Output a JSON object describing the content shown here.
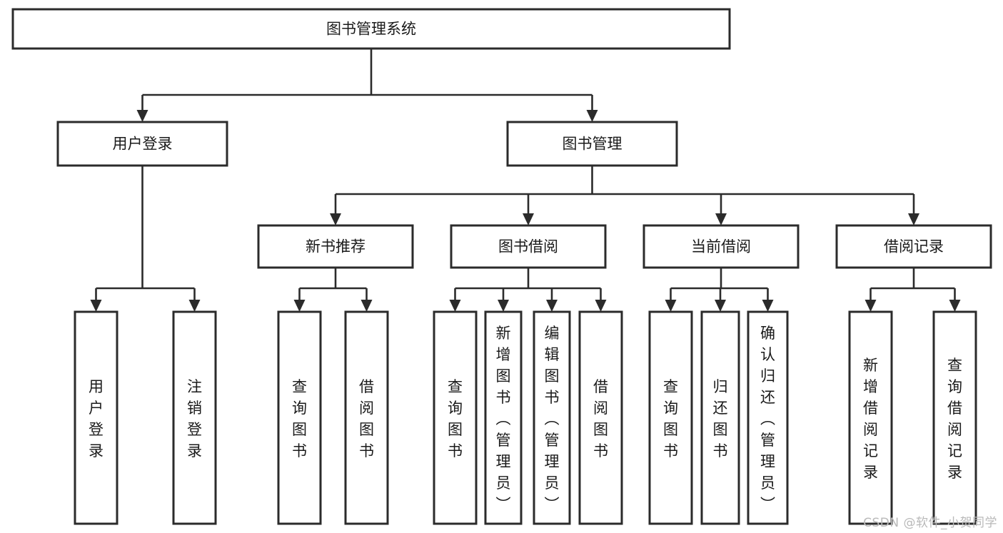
{
  "diagram": {
    "type": "tree",
    "title": "图书管理系统",
    "root": {
      "id": "root",
      "label": "图书管理系统"
    },
    "level2": [
      {
        "id": "user-login",
        "label": "用户登录"
      },
      {
        "id": "book-manage",
        "label": "图书管理"
      }
    ],
    "level3": [
      {
        "id": "new-book-recommend",
        "label": "新书推荐"
      },
      {
        "id": "book-borrow",
        "label": "图书借阅"
      },
      {
        "id": "current-borrow",
        "label": "当前借阅"
      },
      {
        "id": "borrow-record",
        "label": "借阅记录"
      }
    ],
    "leaves": [
      {
        "id": "leaf-user-login",
        "label": "用户登录",
        "parent": "user-login"
      },
      {
        "id": "leaf-logout-login",
        "label": "注销登录",
        "parent": "user-login"
      },
      {
        "id": "leaf-query-book-1",
        "label": "查询图书",
        "parent": "new-book-recommend"
      },
      {
        "id": "leaf-borrow-book-1",
        "label": "借阅图书",
        "parent": "new-book-recommend"
      },
      {
        "id": "leaf-query-book-2",
        "label": "查询图书",
        "parent": "book-borrow"
      },
      {
        "id": "leaf-add-book",
        "label": "新增图书（管理员）",
        "parent": "book-borrow"
      },
      {
        "id": "leaf-edit-book",
        "label": "编辑图书（管理员）",
        "parent": "book-borrow"
      },
      {
        "id": "leaf-borrow-book-2",
        "label": "借阅图书",
        "parent": "book-borrow"
      },
      {
        "id": "leaf-query-book-3",
        "label": "查询图书",
        "parent": "current-borrow"
      },
      {
        "id": "leaf-return-book",
        "label": "归还图书",
        "parent": "current-borrow"
      },
      {
        "id": "leaf-confirm-return",
        "label": "确认归还（管理员）",
        "parent": "current-borrow"
      },
      {
        "id": "leaf-add-record",
        "label": "新增借阅记录",
        "parent": "borrow-record"
      },
      {
        "id": "leaf-query-record",
        "label": "查询借阅记录",
        "parent": "borrow-record"
      }
    ],
    "colors": {
      "box_stroke": "#2b2b2b",
      "box_fill": "#ffffff",
      "connector": "#2b2b2b",
      "text": "#1a1a1a",
      "background": "#ffffff",
      "watermark": "#b9b9b9"
    }
  },
  "watermark": {
    "text": "CSDN @软件_小贺同学"
  }
}
